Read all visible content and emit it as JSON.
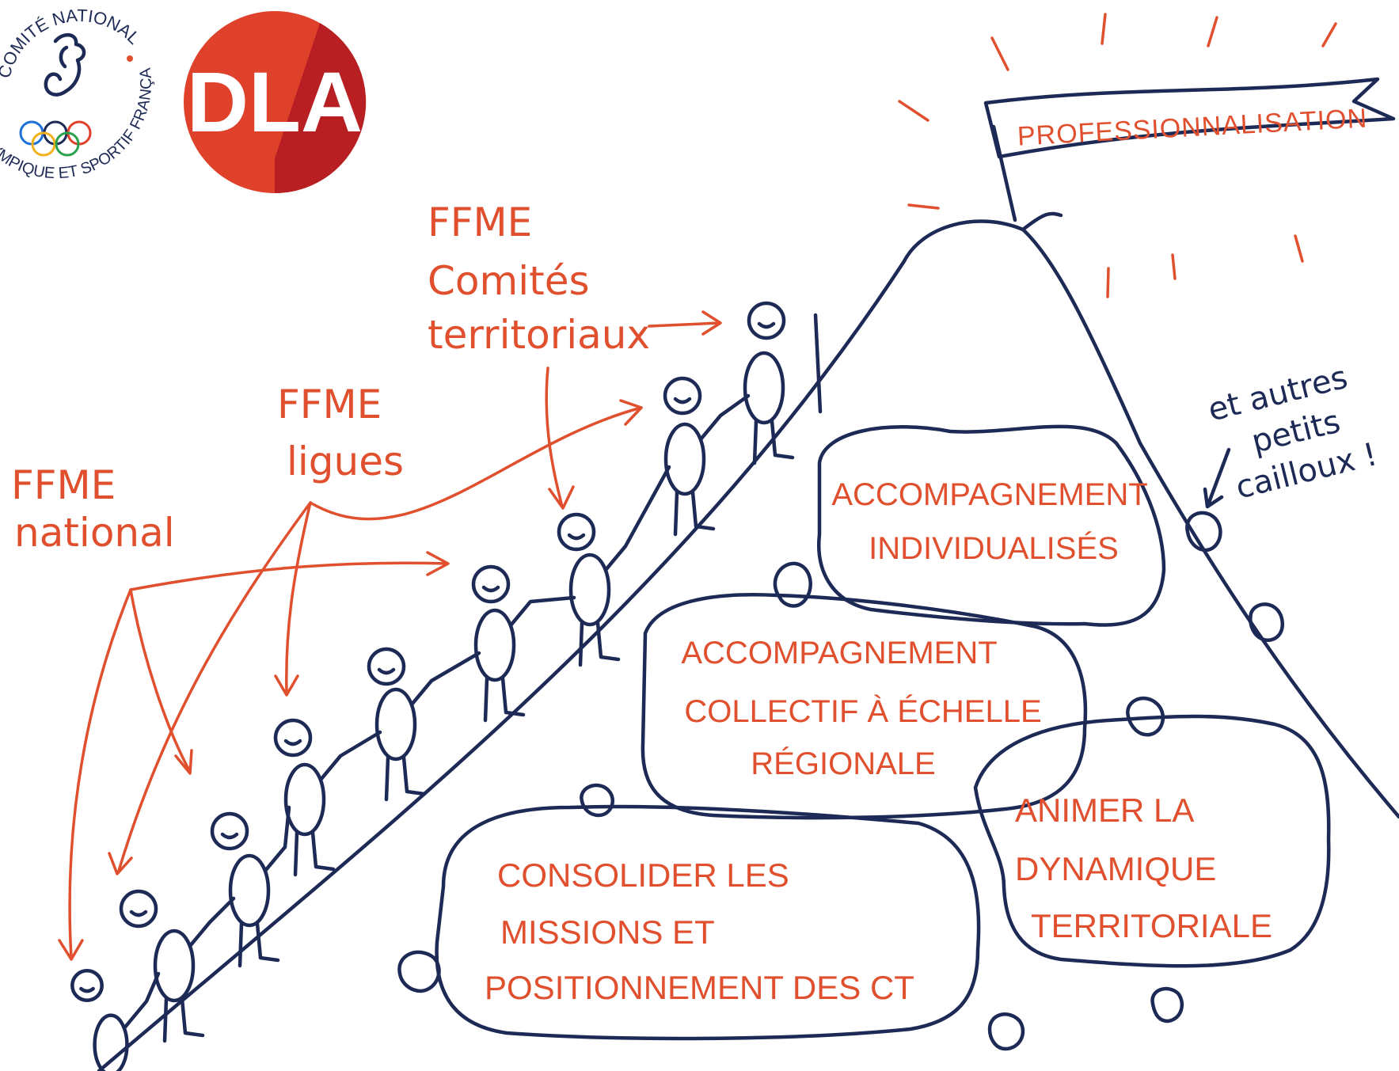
{
  "colors": {
    "ink": "#1e2a56",
    "accent": "#e0502e",
    "dla_red": "#e0412a",
    "dla_dark": "#b81f22",
    "background": "#ffffff"
  },
  "logos": {
    "cnosf_top_text": "COMITÉ NATIONAL",
    "cnosf_bottom_text": "OLYMPIQUE ET SPORTIF FRANÇAIS",
    "dla_text": "DLA"
  },
  "flag": {
    "label": "PROFESSIONNALISATION"
  },
  "labels": {
    "national": [
      "FFME",
      "national"
    ],
    "ligues": [
      "FFME",
      "ligues"
    ],
    "comites": [
      "FFME",
      "Comités",
      "territoriaux"
    ],
    "pebbles": [
      "et autres",
      "petits",
      "cailloux !"
    ]
  },
  "rocks": [
    {
      "id": "accompagnement-individualises",
      "lines": [
        "ACCOMPAGNEMENT",
        "INDIVIDUALISÉS"
      ]
    },
    {
      "id": "accompagnement-collectif",
      "lines": [
        "ACCOMPAGNEMENT",
        "COLLECTIF À ÉCHELLE",
        "RÉGIONALE"
      ]
    },
    {
      "id": "consolider-missions",
      "lines": [
        "CONSOLIDER LES",
        "MISSIONS ET",
        "POSITIONNEMENT DES CT"
      ]
    },
    {
      "id": "animer-dynamique",
      "lines": [
        "ANIMER LA",
        "DYNAMIQUE",
        "TERRITORIALE"
      ]
    }
  ]
}
